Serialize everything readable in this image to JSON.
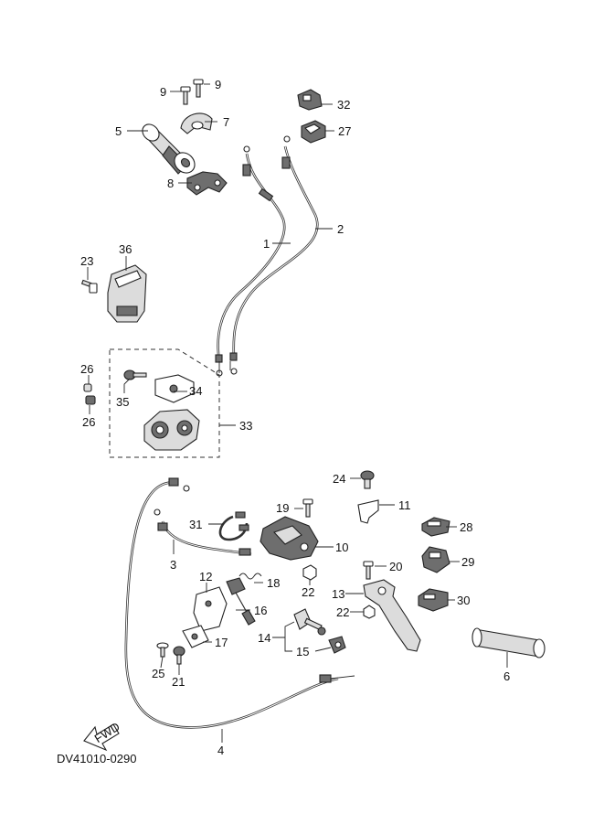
{
  "diagram_id": "DV41010-0290",
  "fwd_label": "FWD",
  "callouts": {
    "c1": "1",
    "c2": "2",
    "c3": "3",
    "c4": "4",
    "c5": "5",
    "c6": "6",
    "c7": "7",
    "c8": "8",
    "c9a": "9",
    "c9b": "9",
    "c10": "10",
    "c11": "11",
    "c12": "12",
    "c13": "13",
    "c14": "14",
    "c15": "15",
    "c16": "16",
    "c17": "17",
    "c18": "18",
    "c19": "19",
    "c20": "20",
    "c21": "21",
    "c22a": "22",
    "c22b": "22",
    "c23": "23",
    "c24": "24",
    "c25": "25",
    "c26a": "26",
    "c26b": "26",
    "c27": "27",
    "c28": "28",
    "c29": "29",
    "c30": "30",
    "c31": "31",
    "c32": "32",
    "c33": "33",
    "c34": "34",
    "c35": "35",
    "c36": "36"
  }
}
